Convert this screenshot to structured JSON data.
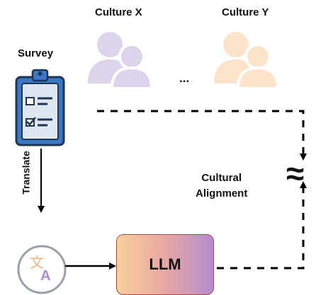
{
  "labels": {
    "culture_x": "Culture X",
    "culture_y": "Culture Y",
    "survey": "Survey",
    "ellipsis": "...",
    "translate": "Translate",
    "cultural_alignment_line1": "Cultural",
    "cultural_alignment_line2": "Alignment",
    "approx_symbol": "≈",
    "llm": "LLM"
  },
  "colors": {
    "culture_x_people": "#ddd3ea",
    "culture_y_people": "#fde2cc",
    "clipboard_blue": "#3b78c4",
    "clipboard_border": "#1f3550",
    "translate_circle": "#9aa0a6",
    "llm_gradient_start": "#f9cf9c",
    "llm_gradient_end": "#b28dd1",
    "llm_border": "#b04a4a",
    "arrow": "#000000"
  },
  "icons": {
    "culture_x": "people-group-icon",
    "culture_y": "people-group-icon",
    "survey": "clipboard-checklist-icon",
    "translate": "translate-icon"
  }
}
